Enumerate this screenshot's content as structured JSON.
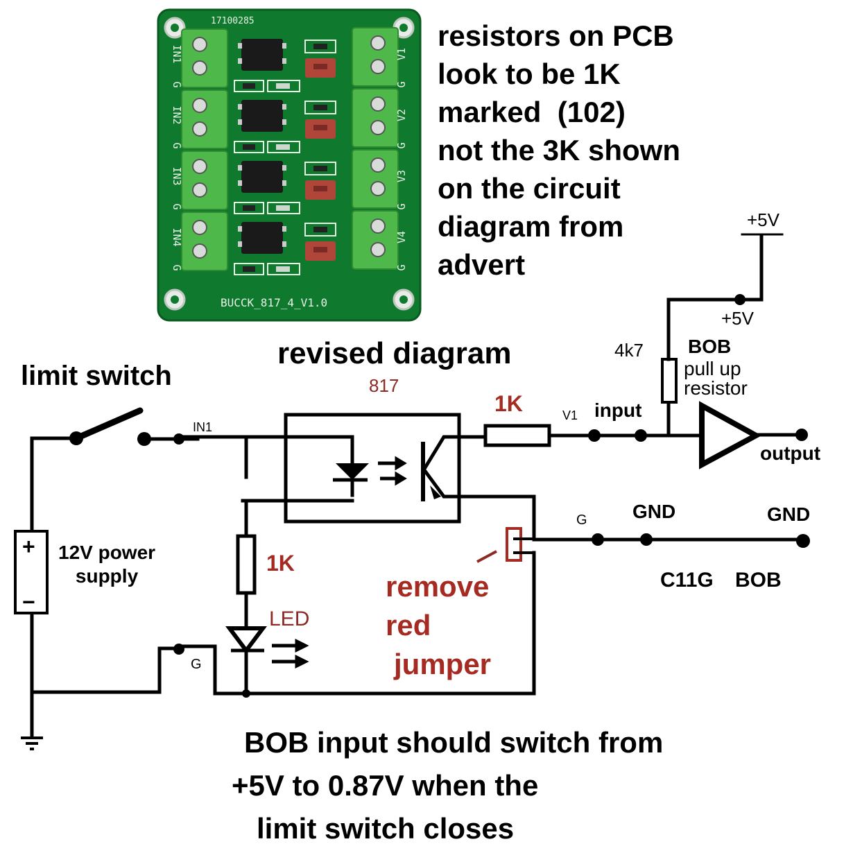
{
  "pcb": {
    "serial": "17100285",
    "board_name": "BUCCK_817_4_V1.0",
    "left_labels": [
      "IN1",
      "G",
      "IN2",
      "G",
      "IN3",
      "G",
      "IN4",
      "G"
    ],
    "right_labels": [
      "V1",
      "G",
      "V2",
      "G",
      "V3",
      "G",
      "V4",
      "G"
    ],
    "colors": {
      "board": "#0f7a2e",
      "terminal": "#4fb84a",
      "jumper": "#b0463a",
      "chip": "#1a1a1a"
    }
  },
  "note": {
    "lines": [
      "resistors on PCB",
      "look to be 1K",
      "marked  (102)",
      "not the 3K shown",
      "on the circuit",
      "diagram from",
      "advert"
    ]
  },
  "diagram": {
    "title": "revised diagram",
    "limit_switch_label": "limit switch",
    "optocoupler_label": "817",
    "output_resistor_label": "1K",
    "input_resistor_label": "1K",
    "led_label": "LED",
    "in1_label": "IN1",
    "v1_label": "V1",
    "input_label": "input",
    "g_label_right": "G",
    "g_label_left": "G",
    "gnd_label_1": "GND",
    "gnd_label_2": "GND",
    "c11g_label": "C11G",
    "bob_label_bottom": "BOB",
    "supply_label": [
      "12V power",
      "supply"
    ],
    "supply_plus": "+",
    "supply_minus": "−",
    "vcc_top_label": "+5V",
    "vcc_node_label": "+5V",
    "pullup_value": "4k7",
    "pullup_title": "BOB",
    "pullup_desc": [
      "pull up",
      "resistor"
    ],
    "output_label": "output",
    "jumper_note": [
      "remove",
      "red",
      "jumper"
    ],
    "colors": {
      "wire": "#000000",
      "annotation_red": "#a42a22"
    }
  },
  "conclusion": {
    "lines": [
      "BOB input should switch from",
      "+5V to 0.87V when the",
      "limit switch closes"
    ]
  }
}
